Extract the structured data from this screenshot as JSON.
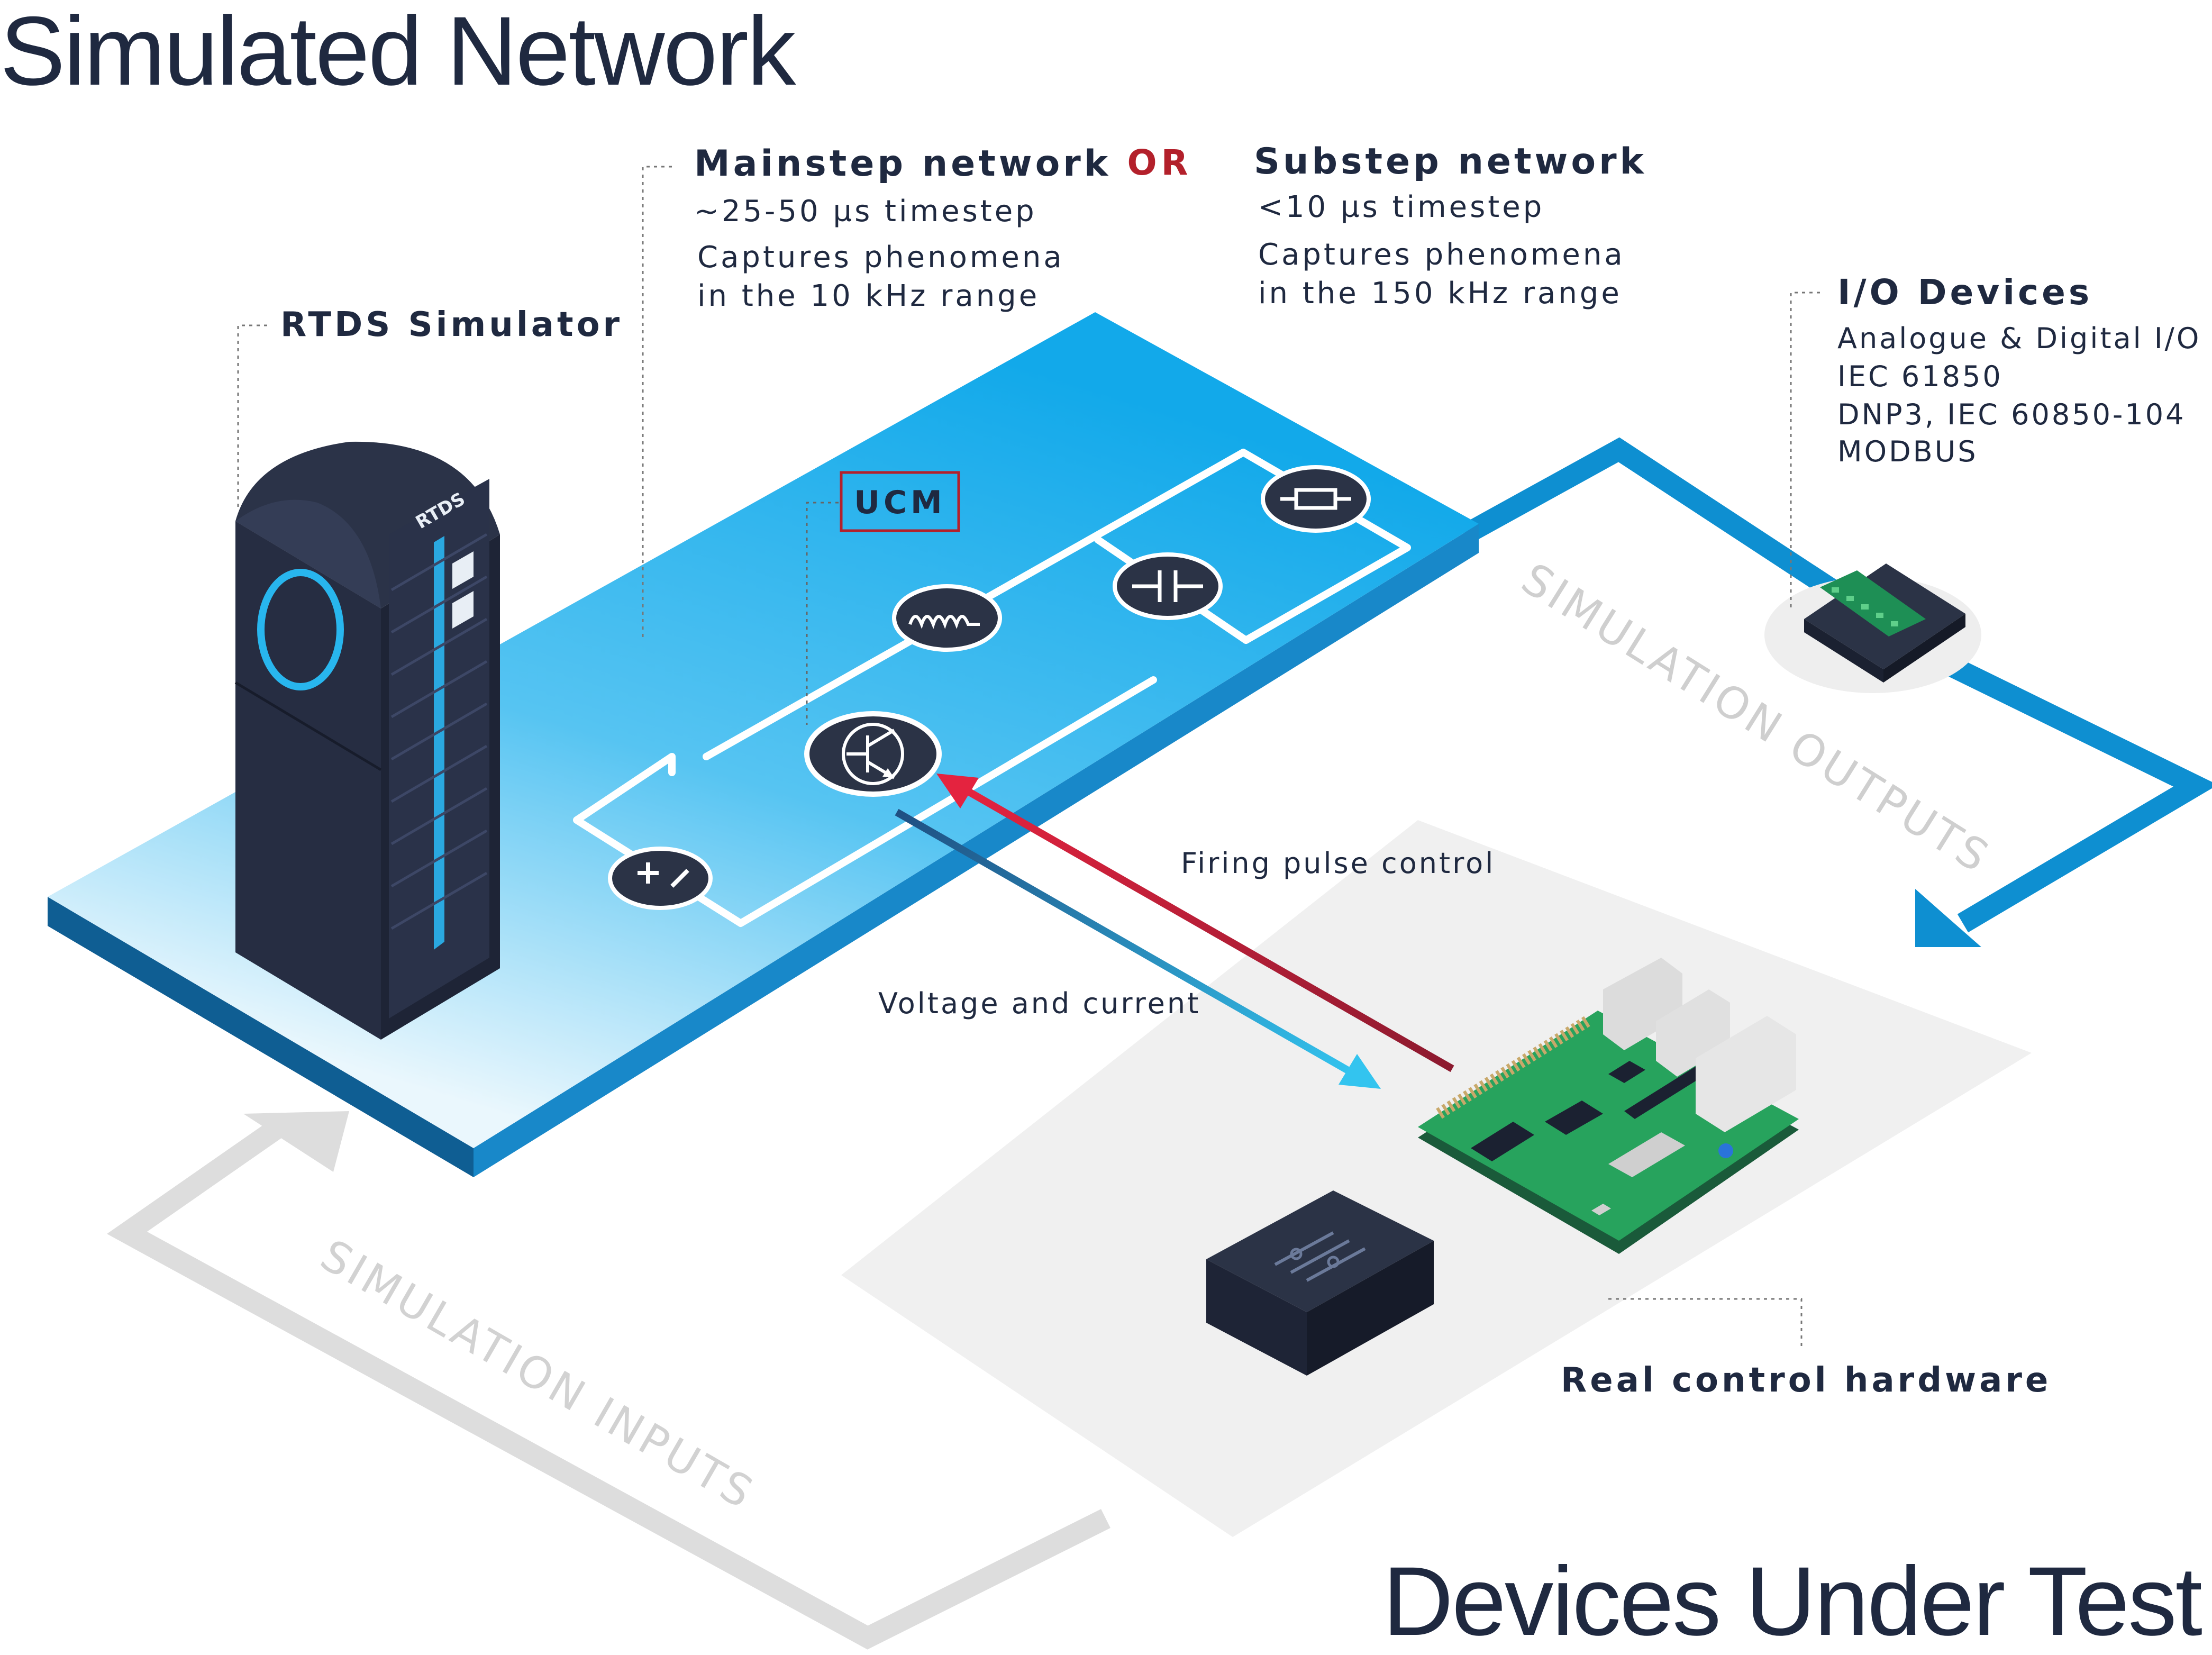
{
  "titles": {
    "simulated_network": "Simulated Network",
    "devices_under_test": "Devices Under Test"
  },
  "simulator": {
    "label": "RTDS Simulator",
    "logo": "RTDS"
  },
  "networks": {
    "mainstep": {
      "title": "Mainstep network",
      "timestep": "~25-50 µs timestep",
      "captures_line1": "Captures phenomena",
      "captures_line2": "in the 10 kHz range"
    },
    "or": "OR",
    "substep": {
      "title": "Substep network",
      "timestep": "<10 µs timestep",
      "captures_line1": "Captures phenomena",
      "captures_line2": "in the 150 kHz range"
    }
  },
  "io_devices": {
    "title": "I/O Devices",
    "lines": [
      "Analogue & Digital I/O",
      "IEC 61850",
      "DNP3, IEC 60850-104",
      "MODBUS"
    ]
  },
  "ucm": {
    "label": "UCM"
  },
  "flows": {
    "simulation_outputs": "SIMULATION OUTPUTS",
    "simulation_inputs": "SIMULATION INPUTS",
    "firing_pulse": "Firing pulse control",
    "voltage_current": "Voltage and current"
  },
  "hardware": {
    "label": "Real control hardware"
  },
  "colors": {
    "text_dark": "#1f2940",
    "accent_red": "#b3202b",
    "platform_blue": "#1ab0ea",
    "output_arrow": "#0e8fd1",
    "input_arrow": "#dcdcdc",
    "node_dark": "#2b3346"
  },
  "icons": [
    "rtds-rack-icon",
    "resistor-icon",
    "inductor-icon",
    "capacitor-icon",
    "transistor-icon",
    "voltage-source-icon",
    "io-device-icon",
    "raspberry-pi-board-icon",
    "control-box-icon"
  ]
}
